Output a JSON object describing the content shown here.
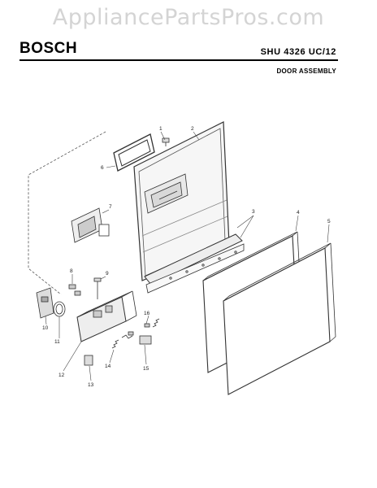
{
  "watermark": "AppliancePartsPros.com",
  "header": {
    "brand": "BOSCH",
    "model": "SHU 4326 UC/12",
    "section": "DOOR ASSEMBLY"
  },
  "callouts": [
    "1",
    "2",
    "3",
    "4",
    "5",
    "6",
    "7",
    "8",
    "9",
    "10",
    "11",
    "12",
    "13",
    "14",
    "15",
    "16"
  ]
}
